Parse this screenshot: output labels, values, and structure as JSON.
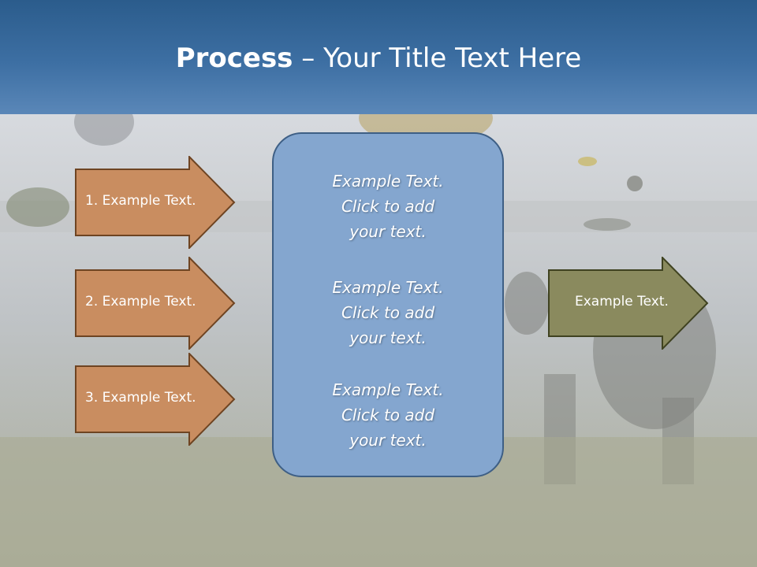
{
  "title": {
    "bold": "Process",
    "rest": " – Your Title Text Here"
  },
  "left_arrows": [
    {
      "label": "1. Example Text."
    },
    {
      "label": "2. Example Text."
    },
    {
      "label": "3. Example Text."
    }
  ],
  "center_items": [
    {
      "line1": "Example Text.",
      "line2": "Click  to add",
      "line3": "your text."
    },
    {
      "line1": "Example Text.",
      "line2": "Click  to add",
      "line3": "your text."
    },
    {
      "line1": "Example Text.",
      "line2": "Click  to add",
      "line3": "your text."
    }
  ],
  "right_arrow": {
    "label": "Example Text."
  },
  "colors": {
    "header": "#3d6fa3",
    "left_arrow_fill": "#c98d60",
    "left_arrow_stroke": "#6e4422",
    "center_box_fill": "#84a6cf",
    "center_box_stroke": "#3e5f85",
    "right_arrow_fill": "#8a8a5e",
    "right_arrow_stroke": "#3f4220"
  }
}
